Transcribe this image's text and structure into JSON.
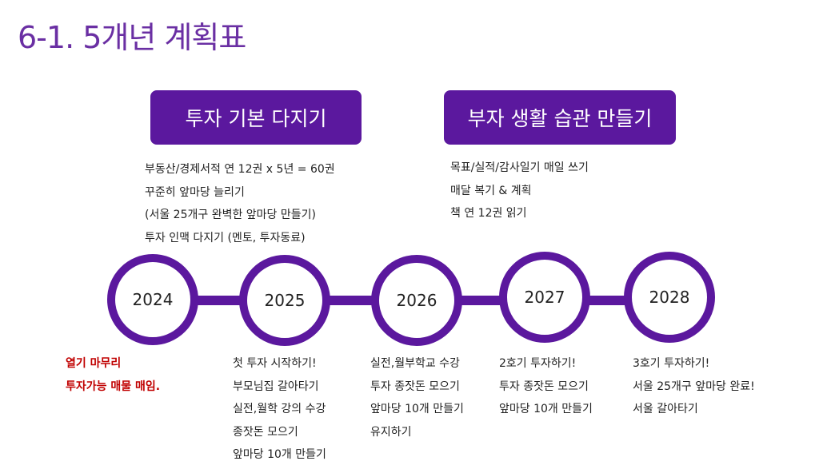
{
  "title": "6-1. 5개년 계획표",
  "themes": [
    {
      "label": "투자 기본 다지기",
      "items": [
        "부동산/경제서적 연 12권 x 5년 = 60권",
        "꾸준히 앞마당 늘리기",
        "(서울 25개구 완벽한 앞마당 만들기)",
        "투자 인맥 다지기 (멘토, 투자동료)"
      ]
    },
    {
      "label": "부자 생활 습관 만들기",
      "items": [
        "목표/실적/감사일기 매일 쓰기",
        "매달 복기 & 계획",
        "책 연 12권 읽기"
      ]
    }
  ],
  "years": [
    "2024",
    "2025",
    "2026",
    "2027",
    "2028"
  ],
  "columns": [
    [
      "열기 마무리",
      "투자가능 매물 매임."
    ],
    [
      "첫 투자 시작하기!",
      "부모님집 갈아타기",
      "실전,월학 강의 수강",
      "종잣돈 모으기",
      "앞마당 10개 만들기"
    ],
    [
      "실전,월부학교 수강",
      "투자 종잣돈 모으기",
      "앞마당 10개 만들기",
      "유지하기"
    ],
    [
      "2호기 투자하기!",
      "투자 종잣돈 모으기",
      "앞마당 10개 만들기"
    ],
    [
      "3호기 투자하기!",
      "서울 25개구 앞마당 완료!",
      "서울 갈아타기"
    ]
  ],
  "colors": {
    "accent": "#5b189e",
    "title": "#6a2fa3",
    "highlight": "#c00000"
  }
}
